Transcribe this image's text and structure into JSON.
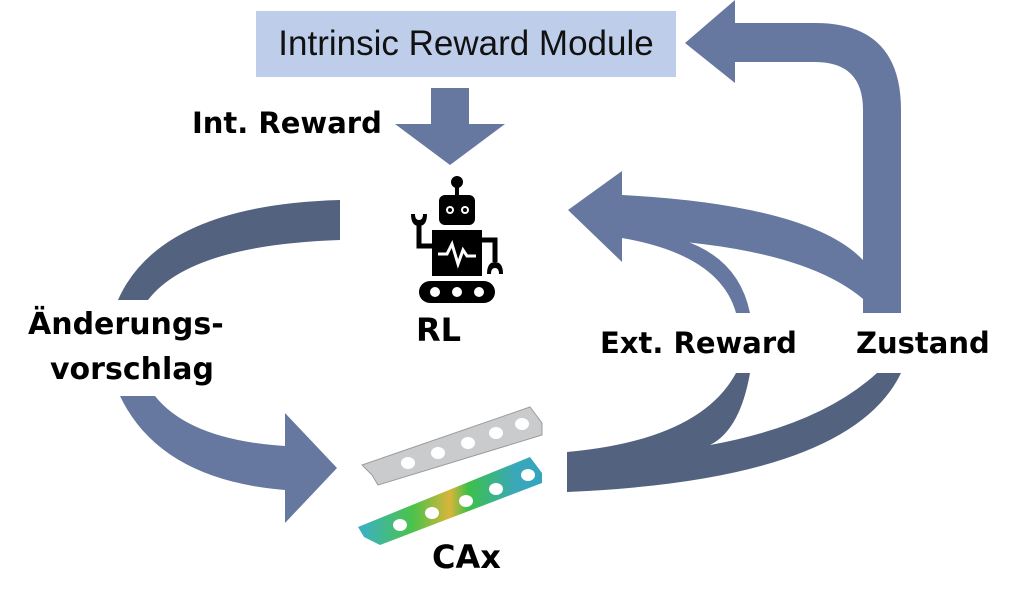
{
  "diagram": {
    "title_box": {
      "label": "Intrinsic Reward Module"
    },
    "labels": {
      "int_reward": "Int. Reward",
      "rl": "RL",
      "change_proposal_line1": "Änderungs-",
      "change_proposal_line2": "vorschlag",
      "ext_reward": "Ext. Reward",
      "state": "Zustand",
      "cax": "CAx"
    },
    "nodes": [
      {
        "id": "intrinsic-reward-module",
        "label": "Intrinsic Reward Module",
        "kind": "box"
      },
      {
        "id": "rl-agent",
        "label": "RL",
        "icon": "robot-icon"
      },
      {
        "id": "cax",
        "label": "CAx",
        "icon": "beam-fem-icon"
      }
    ],
    "edges": [
      {
        "from": "intrinsic-reward-module",
        "to": "rl-agent",
        "label": "Int. Reward"
      },
      {
        "from": "rl-agent",
        "to": "cax",
        "label": "Änderungsvorschlag"
      },
      {
        "from": "cax",
        "to": "rl-agent",
        "label": "Ext. Reward"
      },
      {
        "from": "cax",
        "to": "rl-agent",
        "label": "Zustand"
      },
      {
        "from": "cax",
        "to": "intrinsic-reward-module",
        "label": "Zustand"
      }
    ],
    "colors": {
      "arrow": "#66789f",
      "arrow_dark": "#52627f",
      "box_fill": "#bdcdea",
      "text": "#000000"
    }
  }
}
